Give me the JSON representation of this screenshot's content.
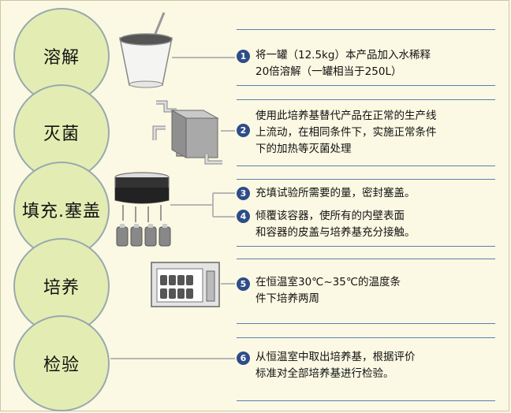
{
  "stages": [
    {
      "label": "溶解"
    },
    {
      "label": "灭菌"
    },
    {
      "label": "填充.塞盖"
    },
    {
      "label": "培养"
    },
    {
      "label": "检验"
    }
  ],
  "steps": [
    {
      "num": "1",
      "lines": [
        "将一罐（12.5kg）本产品加入水稀释",
        "20倍溶解（一罐相当于250L）"
      ]
    },
    {
      "num": "2",
      "lines": [
        "使用此培养基替代产品在正常的生产线",
        "上流动，在相同条件下，实施正常条件",
        "下的加热等灭菌处理"
      ]
    },
    {
      "num": "3",
      "lines": [
        "充填试验所需要的量，密封塞盖。"
      ]
    },
    {
      "num": "4",
      "lines": [
        "倾覆该容器，使所有的内壁表面",
        "和容器的皮盖与培养基充分接触。"
      ]
    },
    {
      "num": "5",
      "lines": [
        "在恒温室30℃~35℃的温度条",
        "件下培养两周"
      ]
    },
    {
      "num": "6",
      "lines": [
        "从恒温室中取出培养基，根据评价",
        "标准对全部培养基进行检验。"
      ]
    }
  ],
  "colors": {
    "circle_fill": "#e3edb3",
    "circle_border": "#99a9ae",
    "badge": "#2e4d88",
    "rule": "#5b7fb0",
    "connector": "#b7b7b7",
    "background": "#fbf9e3"
  },
  "icons": [
    "bucket-icon",
    "heat-exchanger-icon",
    "filling-tank-icon",
    "incubator-icon"
  ]
}
